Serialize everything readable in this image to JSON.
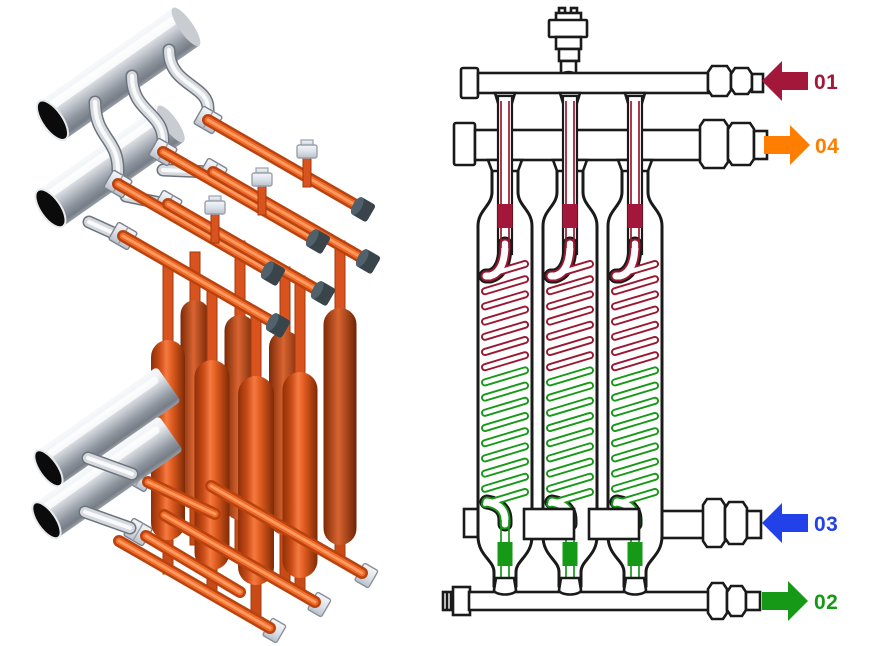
{
  "figure": {
    "kind": "heat-exchanger-product-illustration",
    "panels": [
      {
        "id": "render",
        "kind": "3d-render",
        "subject": "coil heat exchanger with orange vessels and stainless manifolds"
      },
      {
        "id": "schematic",
        "kind": "flow-schematic",
        "subject": "three coil columns with four numbered ports"
      }
    ],
    "ports": [
      {
        "label": "01",
        "color": "#a3173a",
        "arrow": "left"
      },
      {
        "label": "04",
        "color": "#ff7d00",
        "arrow": "right"
      },
      {
        "label": "03",
        "color": "#2341e8",
        "arrow": "left"
      },
      {
        "label": "02",
        "color": "#169917",
        "arrow": "right"
      }
    ],
    "schematic": {
      "outline_color": "#1a1a1a",
      "columns": 3,
      "coil": {
        "loops": 16,
        "hot_loops": 7,
        "hot_color": "#9b1730",
        "cold_color": "#169917"
      },
      "markers": {
        "hot_square_color": "#a3173a",
        "cold_square_color": "#169917"
      }
    },
    "render_colors": {
      "vessel_orange": "#d9531f",
      "pipe_orange": "#ef6a28",
      "steel": "#c9ccd2",
      "cap_dark": "#3c484e",
      "bolt_silver": "#dfe3e9"
    }
  }
}
